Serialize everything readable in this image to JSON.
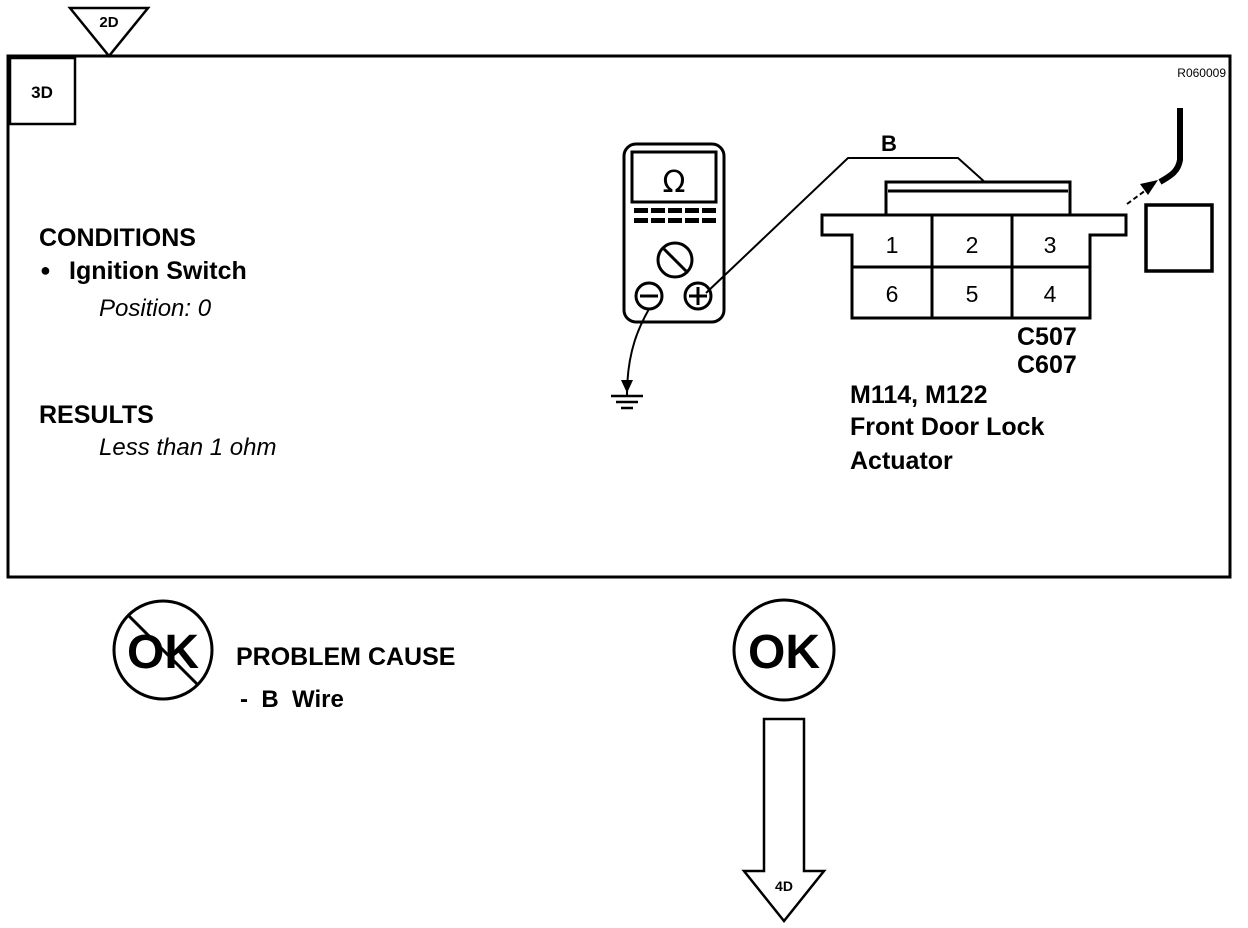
{
  "step": {
    "entry_ref": "2D",
    "step_id": "3D",
    "figure_code": "R060009",
    "exit_ref": "4D"
  },
  "conditions": {
    "heading": "CONDITIONS",
    "bullet": "●",
    "item": "Ignition Switch",
    "detail": "Position: 0"
  },
  "results": {
    "heading": "RESULTS",
    "value": "Less than 1 ohm"
  },
  "meter": {
    "display": "Ω",
    "neg_symbol": "⊖",
    "pos_symbol": "⊕"
  },
  "wire": {
    "label": "B"
  },
  "connector": {
    "pins_top": [
      "1",
      "2",
      "3"
    ],
    "pins_bottom": [
      "6",
      "5",
      "4"
    ],
    "ids": [
      "C507",
      "C607"
    ]
  },
  "component": {
    "ids": "M114, M122",
    "name_line1": "Front Door Lock",
    "name_line2": "Actuator"
  },
  "not_ok": {
    "badge": "OK",
    "title": "PROBLEM CAUSE",
    "cause": "-  B  Wire"
  },
  "ok": {
    "badge": "OK"
  }
}
